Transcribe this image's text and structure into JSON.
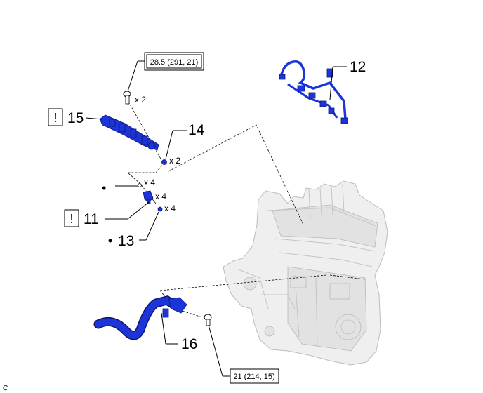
{
  "figure_code": "C",
  "callouts": {
    "c11": "11",
    "c12": "12",
    "c13": "13",
    "c14": "14",
    "c15": "15",
    "c16": "16"
  },
  "quantities": {
    "q_bolt_top": "x 2",
    "q14": "x 2",
    "q_insulator": "x 4",
    "q11": "x 4",
    "q13": "x 4"
  },
  "torques": {
    "top": "28.5 (291, 21)",
    "bottom": "21 (214, 15)"
  },
  "warning_mark": "!",
  "colors": {
    "part_blue": "#1d35d8",
    "engine_gray": "#efefef"
  },
  "icons": {
    "warning": "exclamation-box",
    "non_reusable": "filled-dot"
  }
}
